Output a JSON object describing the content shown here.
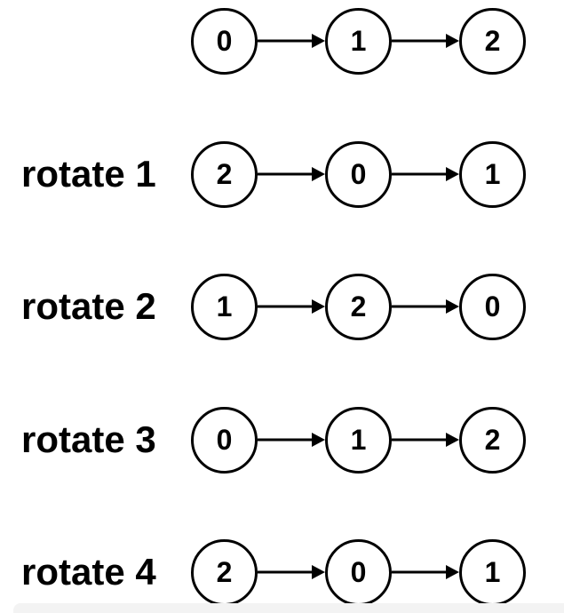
{
  "diagram": {
    "rows": [
      {
        "label": "",
        "nodes": [
          "0",
          "1",
          "2"
        ]
      },
      {
        "label": "rotate 1",
        "nodes": [
          "2",
          "0",
          "1"
        ]
      },
      {
        "label": "rotate 2",
        "nodes": [
          "1",
          "2",
          "0"
        ]
      },
      {
        "label": "rotate 3",
        "nodes": [
          "0",
          "1",
          "2"
        ]
      },
      {
        "label": "rotate 4",
        "nodes": [
          "2",
          "0",
          "1"
        ]
      }
    ]
  },
  "colors": {
    "ink": "#000000",
    "background": "#ffffff",
    "panel_edge": "#f3f3f3"
  }
}
